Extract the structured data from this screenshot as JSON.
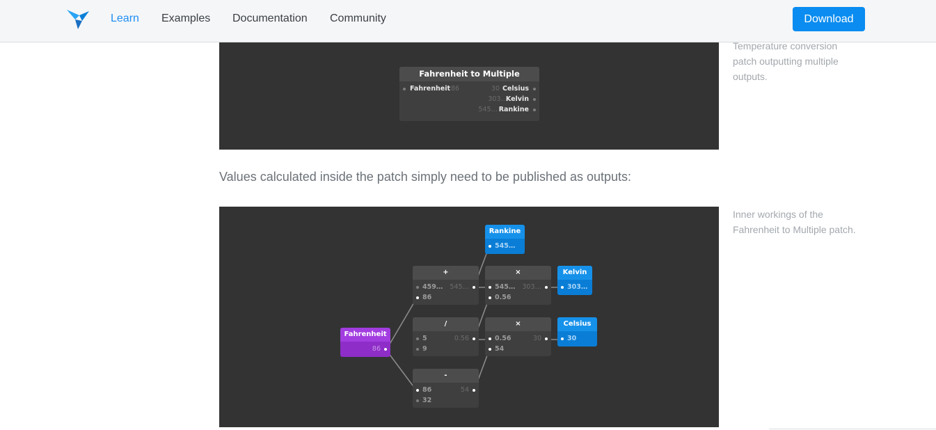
{
  "nav": {
    "learn": "Learn",
    "examples": "Examples",
    "documentation": "Documentation",
    "community": "Community",
    "download": "Download"
  },
  "figure1": {
    "caption": "Temperature conversion patch outputting multiple outputs.",
    "node_title": "Fahrenheit to Multiple",
    "input_label": "Fahrenheit",
    "input_value": "86",
    "outputs": [
      {
        "value": "30",
        "label": "Celsius"
      },
      {
        "value": "303…",
        "label": "Kelvin"
      },
      {
        "value": "545…",
        "label": "Rankine"
      }
    ]
  },
  "body_text": "Values calculated inside the patch simply need to be published as outputs:",
  "figure2": {
    "caption": "Inner workings of the Fahrenheit to Multiple patch.",
    "fahrenheit": {
      "title": "Fahrenheit",
      "value": "86"
    },
    "plus": {
      "title": "+",
      "in1": "459…",
      "in2": "86",
      "out": "545…"
    },
    "divide": {
      "title": "/",
      "in1": "5",
      "in2": "9",
      "out": "0.56"
    },
    "minus": {
      "title": "-",
      "in1": "86",
      "in2": "32",
      "out": "54"
    },
    "mult1": {
      "title": "×",
      "in1": "545…",
      "in2": "0.56",
      "out": "303…"
    },
    "mult2": {
      "title": "×",
      "in1": "0.56",
      "in2": "54",
      "out": "30"
    },
    "rankine": {
      "title": "Rankine",
      "value": "545…"
    },
    "kelvin": {
      "title": "Kelvin",
      "value": "303…"
    },
    "celsius": {
      "title": "Celsius",
      "value": "30"
    }
  },
  "colors": {
    "accent": "#0a8cf0",
    "panel": "#333333",
    "patch_purple": "#a23de0",
    "patch_blue": "#1691ea"
  }
}
